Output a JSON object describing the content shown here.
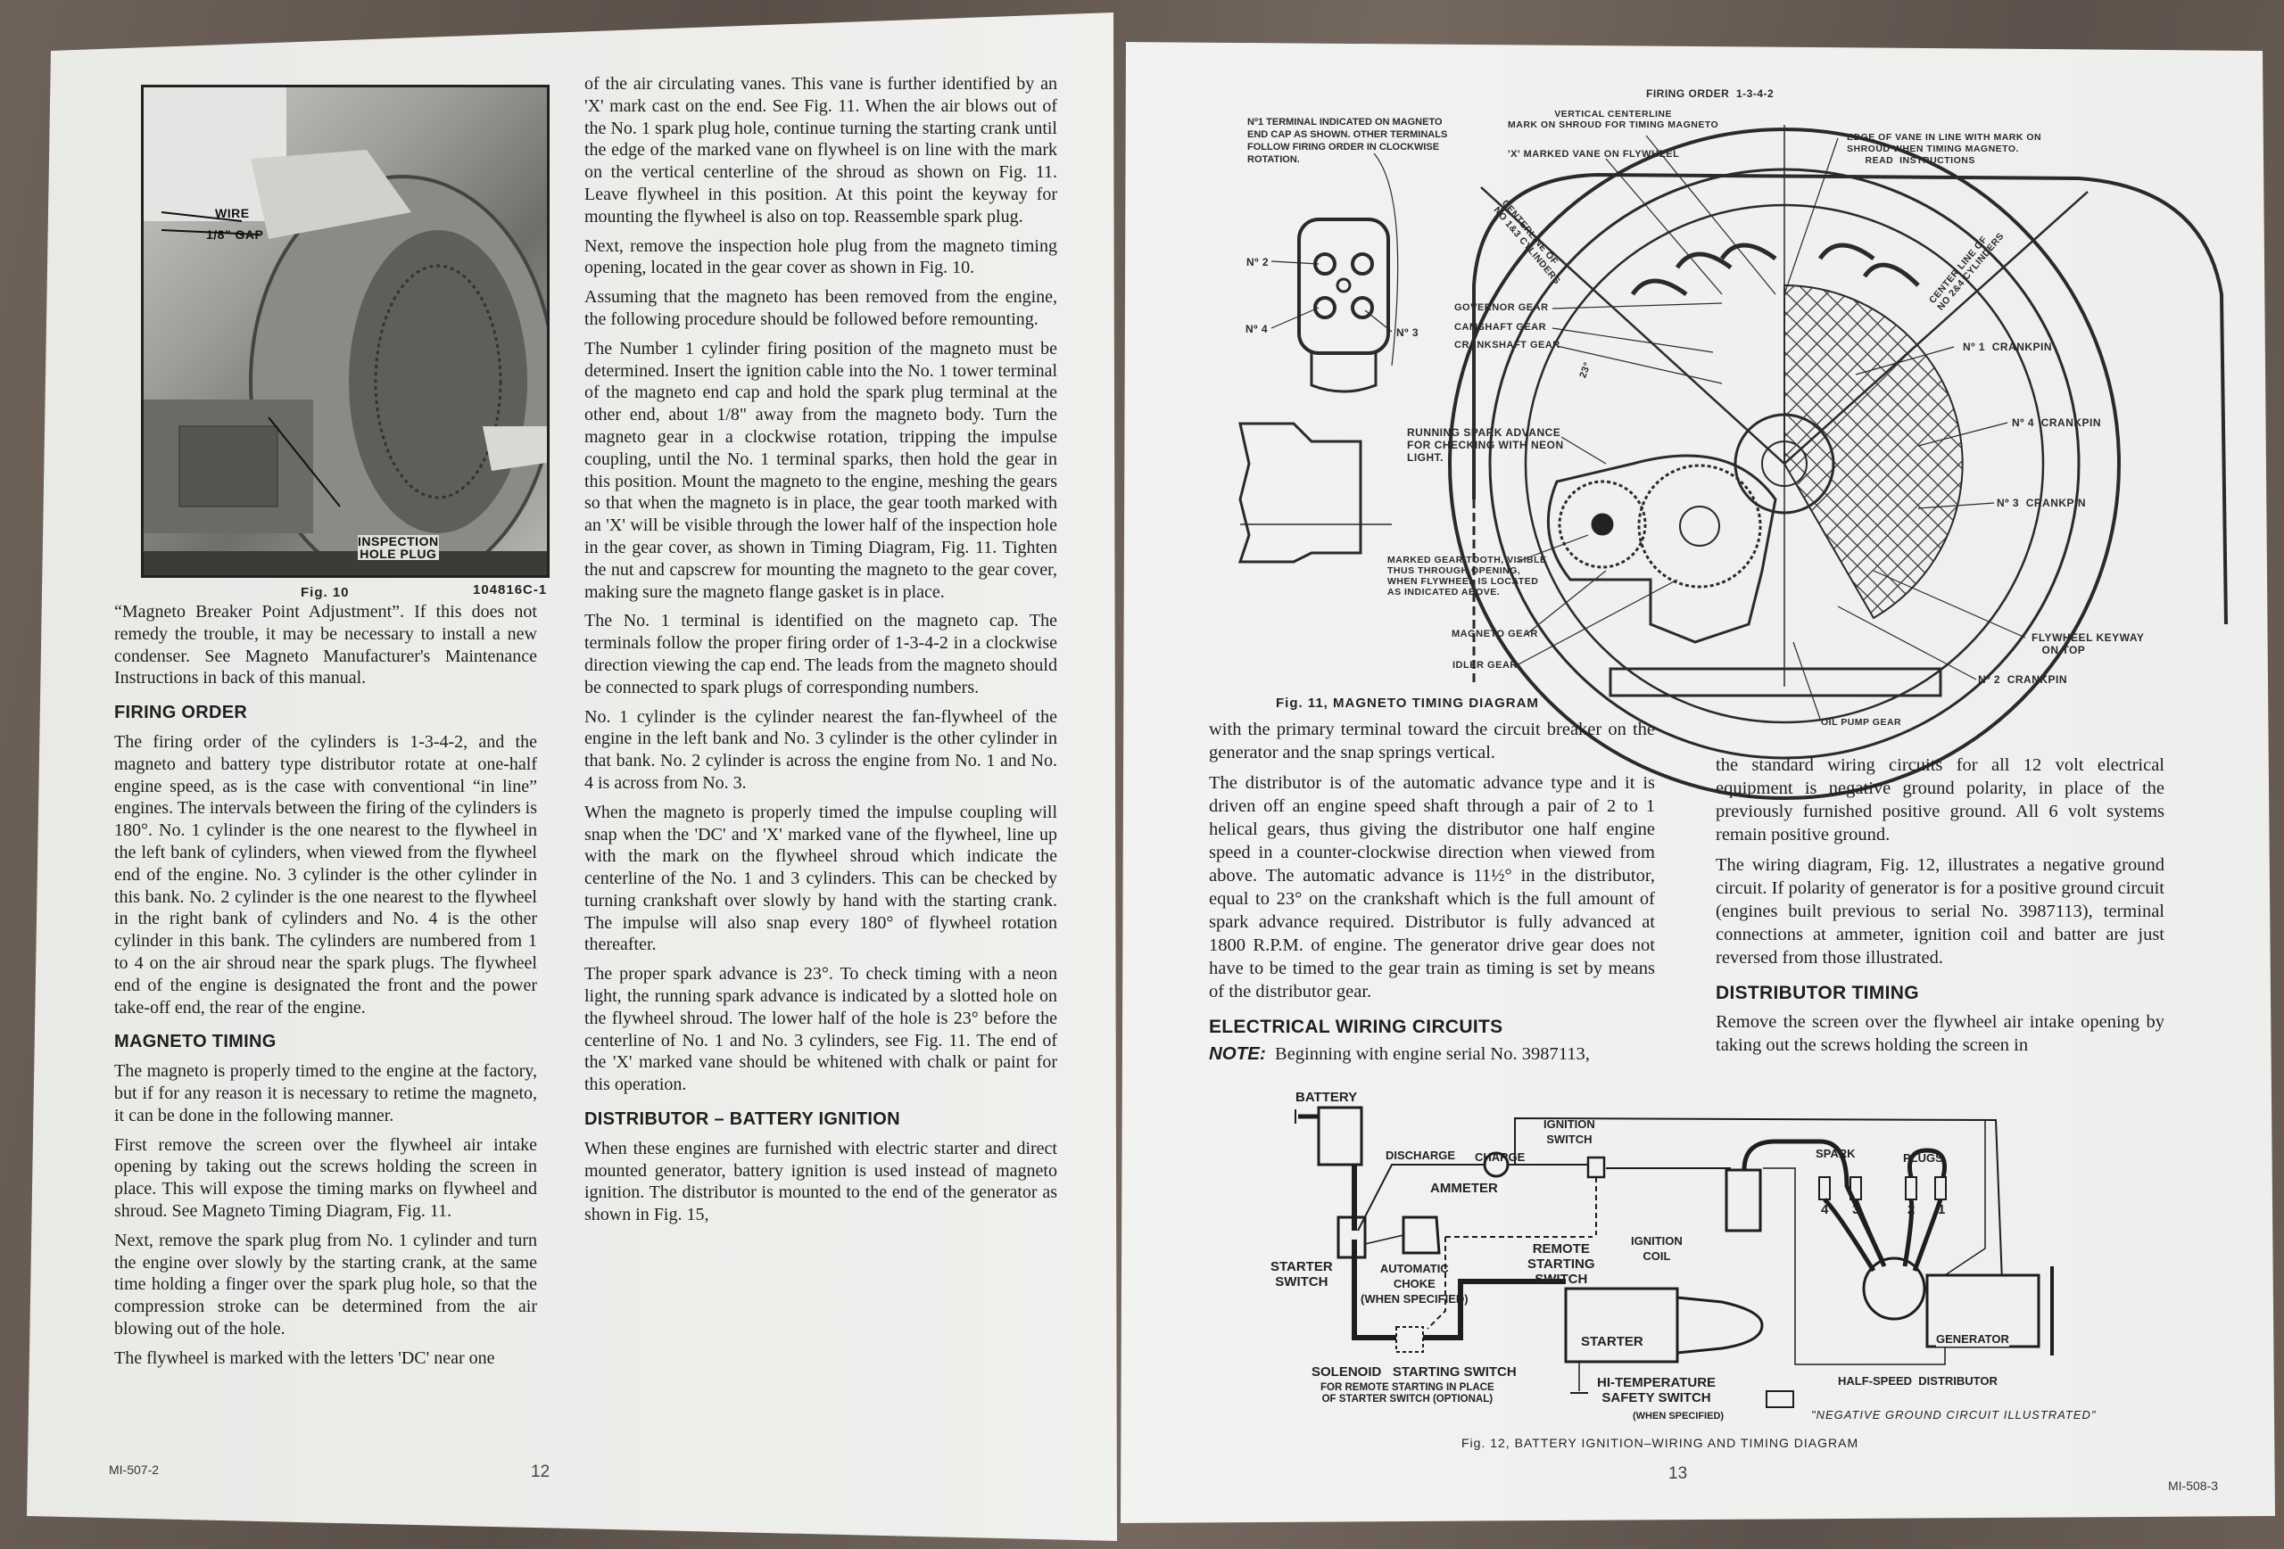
{
  "left_page": {
    "fig10": {
      "label_wire": "WIRE",
      "label_gap": "1/8\" GAP",
      "label_plug": "INSPECTION\nHOLE PLUG",
      "caption": "Fig. 10",
      "code": "104816C-1"
    },
    "col1": {
      "p_intro": "“Magneto Breaker Point Adjustment”. If this does not remedy the trouble, it may be necessary to install a new condenser. See Magneto Manufacturer's Maintenance Instructions in back of this manual.",
      "h_firing": "FIRING ORDER",
      "p_firing": "The firing order of the cylinders is 1-3-4-2, and the magneto and battery type distributor rotate at one-half engine speed, as is the case with conventional “in line” engines. The intervals between the firing of the cylinders is 180°. No. 1 cylinder is the one nearest to the flywheel in the left bank of cylinders, when viewed from the flywheel end of the engine. No. 3 cylinder is the other cylinder in this bank. No. 2 cylinder is the one nearest to the flywheel in the right bank of cylinders and No. 4 is the other cylinder in this bank. The cylinders are numbered from 1 to 4 on the air shroud near the spark plugs. The flywheel end of the engine is designated the front and the power take-off end, the rear of the engine.",
      "h_magneto": "MAGNETO TIMING",
      "p_magneto_1": "The magneto is properly timed to the engine at the factory, but if for any reason it is necessary to retime the magneto, it can be done in the following manner.",
      "p_magneto_2": "First remove the screen over the flywheel air intake opening by taking out the screws holding the screen in place. This will expose the timing marks on flywheel and shroud. See Magneto Timing Diagram, Fig. 11.",
      "p_magneto_3": "Next, remove the spark plug from No. 1 cylinder and turn the engine over slowly by the starting crank, at the same time holding a finger over the spark plug hole, so that the compression stroke can be determined from the air blowing out of the hole.",
      "p_magneto_4": "The flywheel is marked with the letters 'DC' near one"
    },
    "col2": {
      "p1": "of the air circulating vanes. This vane is further identified by an 'X' mark cast on the end. See Fig. 11. When the air blows out of the No. 1 spark plug hole, continue turning the starting crank until the edge of the marked vane on flywheel is on line with the mark on the vertical centerline of the shroud as shown on Fig. 11. Leave flywheel in this position. At this point the keyway for mounting the flywheel is also on top. Reassemble spark plug.",
      "p2": "Next, remove the inspection hole plug from the magneto timing opening, located in the gear cover as shown in Fig. 10.",
      "p3": "Assuming that the magneto has been removed from the engine, the following procedure should be followed before remounting.",
      "p4": "The Number 1 cylinder firing position of the magneto must be determined. Insert the ignition cable into the No. 1 tower terminal of the magneto end cap and hold the spark plug terminal at the other end, about 1/8\" away from the magneto body. Turn the magneto gear in a clockwise rotation, tripping the impulse coupling, until the No. 1 terminal sparks, then hold the gear in this position. Mount the magneto to the engine, meshing the gears so that when the magneto is in place, the gear tooth marked with an 'X' will be visible through the lower half of the inspection hole in the gear cover, as shown in Timing Diagram, Fig. 11. Tighten the nut and capscrew for mounting the magneto to the gear cover, making sure the magneto flange gasket is in place.",
      "p5": "The No. 1 terminal is identified on the magneto cap. The terminals follow the proper firing order of 1-3-4-2 in a clockwise direction viewing the cap end. The leads from the magneto should be connected to spark plugs of corresponding numbers.",
      "p6": "No. 1 cylinder is the cylinder nearest the fan-flywheel of the engine in the left bank and No. 3 cylinder is the other cylinder in that bank. No. 2 cylinder is across the engine from No. 1 and No. 4 is across from No. 3.",
      "p7": "When the magneto is properly timed the impulse coupling will snap when the 'DC' and 'X' marked vane of the flywheel, line up with the mark on the flywheel shroud which indicate the centerline of the No. 1 and 3 cylinders. This can be checked by turning crankshaft over slowly by hand with the starting crank. The impulse will also snap every 180° of flywheel rotation thereafter.",
      "p8": "The proper spark advance is 23°. To check timing with a neon light, the running spark advance is indicated by a slotted hole on the flywheel shroud. The lower half of the hole is 23° before the centerline of No. 1 and No. 3 cylinders, see Fig. 11. The end of the 'X' marked vane should be whitened with chalk or paint for this operation.",
      "h_distributor": "DISTRIBUTOR – BATTERY IGNITION",
      "p9": "When these engines are furnished with electric starter and direct mounted generator, battery ignition is used instead of magneto ignition. The distributor is mounted to the end of the generator as shown in Fig. 15,"
    },
    "footer_code": "MI-507-2",
    "page_number": "12"
  },
  "right_page": {
    "fig11": {
      "firing_order": "FIRING ORDER  1-3-4-2",
      "vertical_centerline": "VERTICAL CENTERLINE\nMARK ON SHROUD FOR TIMING MAGNETO",
      "terminal_note": "Nº1 TERMINAL INDICATED ON MAGNETO\nEND CAP AS SHOWN. OTHER TERMINALS\nFOLLOW FIRING ORDER IN CLOCKWISE\nROTATION.",
      "x_marked_vane": "'X' MARKED VANE ON FLYWHEEL",
      "edge_of_vane": "EDGE OF VANE IN LINE WITH MARK ON\nSHROUD WHEN TIMING MAGNETO.\n      READ  INSTRUCTIONS",
      "no2": "Nº 2",
      "no4": "Nº 4",
      "no3": "Nº 3",
      "centerline_13": "CENTERLINE OF\nNO 1&3 CYLINDERS",
      "centerline_24": "CENTER LINE OF\nNO 2&4 CYLINDERS",
      "governor_gear": "GOVERNOR GEAR",
      "camshaft_gear": "CAMSHAFT GEAR",
      "crankshaft_gear": "CRANKSHAFT GEAR",
      "no1_crankpin": "Nº 1  CRANKPIN",
      "no4_crankpin": "Nº 4  CRANKPIN",
      "no3_crankpin": "Nº 3  CRANKPIN",
      "no2_crankpin": "Nº 2  CRANKPIN",
      "running_spark": "RUNNING SPARK ADVANCE\nFOR CHECKING WITH NEON\nLIGHT.",
      "marked_gear_tooth": "MARKED GEAR TOOTH, VISIBLE\nTHUS THROUGH OPENING,\nWHEN FLYWHEEL IS LOCATED\nAS INDICATED ABOVE.",
      "magneto_gear": "MAGNETO GEAR",
      "idler_gear": "IDLER GEAR",
      "flywheel_keyway": "FLYWHEEL KEYWAY\n   ON TOP",
      "oil_pump_gear": "OIL PUMP GEAR",
      "angle": "23°",
      "caption": "Fig. 11, MAGNETO TIMING DIAGRAM"
    },
    "col1": {
      "p1": "with the primary terminal toward the circuit breaker on the generator and the snap springs vertical.",
      "p2": "The distributor is of the automatic advance type and it is driven off an engine speed shaft through a pair of 2 to 1 helical gears, thus giving the distributor one half engine speed in a counter-clockwise direction when viewed from above. The automatic advance is 11½° in the distributor, equal to 23° on the crankshaft which is the full amount of spark advance required. Distributor is fully advanced at 1800 R.P.M. of engine. The generator drive gear does not have to be timed to the gear train as timing is set by means of the distributor gear.",
      "h_electrical": "ELECTRICAL WIRING CIRCUITS",
      "note_label": "NOTE:",
      "note_text": "Beginning with engine serial No. 3987113,"
    },
    "col2": {
      "p1": "the standard wiring circuits for all 12 volt electrical equipment is negative ground polarity, in place of the previously furnished positive ground. All 6 volt systems remain positive ground.",
      "p2": "The wiring diagram, Fig. 12, illustrates a negative ground circuit. If polarity of generator is for a positive ground circuit (engines built previous to serial No. 3987113), terminal connections at ammeter, ignition coil and batter are just reversed from those illustrated.",
      "h_timing": "DISTRIBUTOR TIMING",
      "p3": "Remove the screen over the flywheel air intake opening by taking out the screws holding the screen in"
    },
    "fig12": {
      "battery": "BATTERY",
      "discharge": "DISCHARGE",
      "charge": "CHARGE",
      "ammeter": "AMMETER",
      "ignition_switch": "IGNITION\nSWITCH",
      "ignition_coil": "IGNITION\nCOIL",
      "remote_starting_switch": "REMOTE\nSTARTING\nSWITCH",
      "starter_switch": "STARTER\nSWITCH",
      "automatic_choke": "AUTOMATIC\nCHOKE\n(WHEN SPECIFIED)",
      "starter": "STARTER",
      "solenoid": "SOLENOID   STARTING SWITCH",
      "solenoid_note": "FOR REMOTE STARTING IN PLACE\nOF STARTER SWITCH (OPTIONAL)",
      "hi_temp": "HI-TEMPERATURE\nSAFETY SWITCH",
      "when_specified": "(WHEN SPECIFIED)",
      "spark": "SPARK",
      "plugs": "PLUGS",
      "plug_numbers": [
        "4",
        "3",
        "2",
        "1"
      ],
      "generator": "GENERATOR",
      "half_speed_distributor": "HALF-SPEED  DISTRIBUTOR",
      "negative_ground": "\"NEGATIVE GROUND CIRCUIT ILLUSTRATED\"",
      "caption": "Fig. 12, BATTERY IGNITION–WIRING AND TIMING DIAGRAM"
    },
    "page_number": "13",
    "footer_code": "MI-508-3"
  }
}
